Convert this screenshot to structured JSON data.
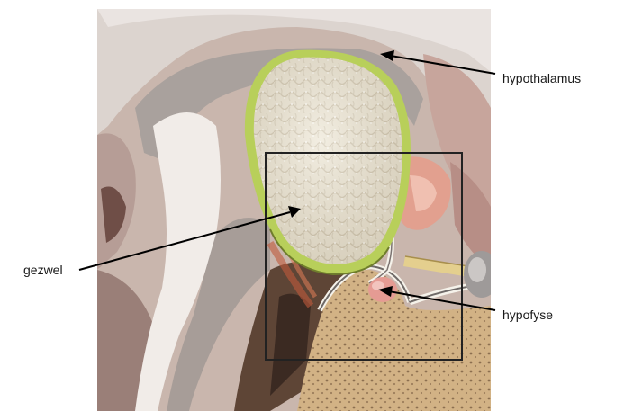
{
  "labels": {
    "hypothalamus": "hypothalamus",
    "tumor": "gezwel",
    "pituitary": "hypofyse"
  },
  "colors": {
    "tumor_fill": "#ebe3cf",
    "tumor_rim": "#b8cf5a",
    "tissue_brown": "#6b4e3c",
    "bone_tan": "#cfae7e",
    "pituitary_pink": "#e9a29a",
    "leader_line": "#000000"
  }
}
